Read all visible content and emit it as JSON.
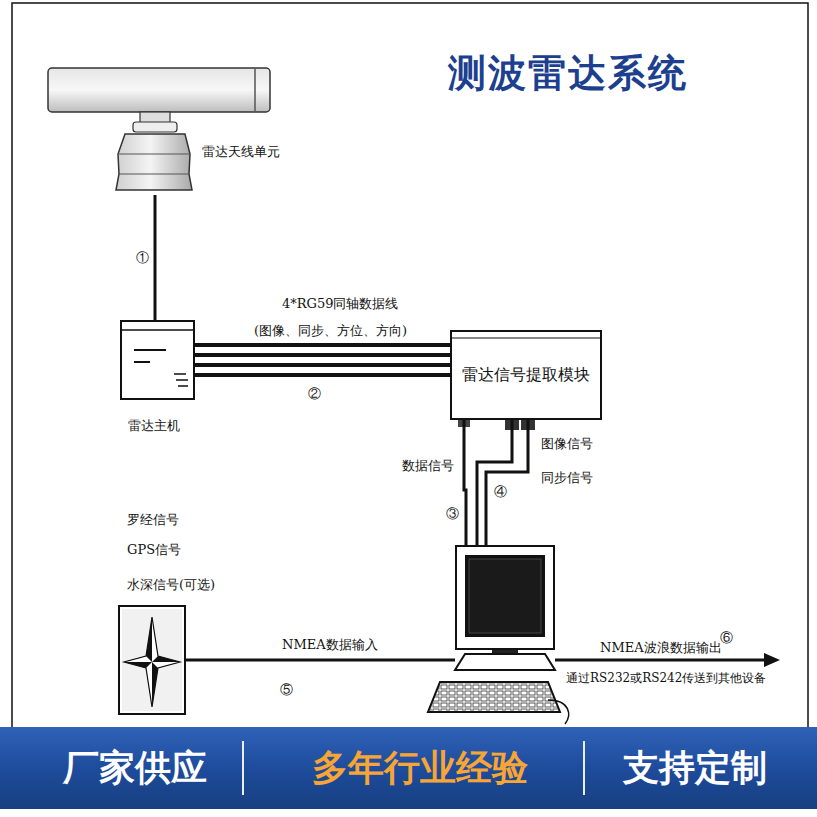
{
  "diagram": {
    "title": "测波雷达系统",
    "nodes": [
      {
        "text": [
          "雷达天线单元"
        ]
      },
      {
        "text": [
          "雷达主机"
        ]
      },
      {
        "text": [
          "雷达信号提取模块"
        ]
      },
      {
        "text": [
          "罗经信号",
          "GPS信号",
          "水深信号(可选)"
        ]
      },
      {
        "text": []
      },
      {
        "text": [
          "厂家供应",
          "多年行业经验",
          "支持定制"
        ]
      }
    ],
    "edges": [
      {
        "from": 0,
        "to": 1,
        "arrow": "none"
      },
      {
        "from": 1,
        "to": 2,
        "arrow": "none"
      },
      {
        "from": 1,
        "to": 2,
        "arrow": "none"
      },
      {
        "from": 1,
        "to": 2,
        "arrow": "none"
      },
      {
        "from": 1,
        "to": 2,
        "arrow": "none"
      },
      {
        "from": 2,
        "to": 4,
        "arrow": "none"
      },
      {
        "from": 2,
        "to": 4,
        "arrow": "none"
      },
      {
        "from": 2,
        "to": 4,
        "arrow": "none"
      },
      {
        "from": 3,
        "to": 4,
        "label": "NMEA数据输入",
        "arrow": "none"
      }
    ],
    "labels": [
      "①",
      "4*RG59同轴数据线",
      "(图像、同步、方位、方向)",
      "②",
      "图像信号",
      "数据信号",
      "④",
      "同步信号",
      "③",
      "NMEA波浪数据输出",
      "⑥",
      "通过RS232或RS242传送到其他设备",
      "⑤"
    ]
  }
}
